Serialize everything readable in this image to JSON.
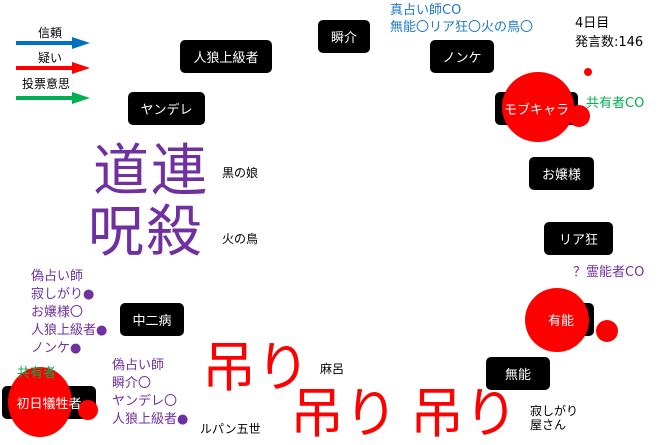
{
  "legend": [
    {
      "label": "信頼",
      "color": "#0070c0"
    },
    {
      "label": "疑い",
      "color": "#ff0000"
    },
    {
      "label": "投票意思",
      "color": "#00b050"
    }
  ],
  "status": {
    "day": "4日目",
    "posts": "発言数:146"
  },
  "nodes": {
    "jinro": "人狼上級者",
    "shunsuke": "瞬介",
    "nonke": "ノンケ",
    "yandere": "ヤンデレ",
    "mob": "モブキャラ",
    "ojosama": "お嬢様",
    "riakyo": "リア狂",
    "chuni": "中二病",
    "yuno": "有能",
    "muno": "無能",
    "shonichi": "初日犠牲者"
  },
  "plain": {
    "kuro": "黒の娘",
    "hinotori": "火の鳥",
    "maro": "麻呂",
    "lupin": "ルパン五世",
    "sabishi1": "寂しがり",
    "sabishi2": "屋さん"
  },
  "annotations": {
    "shin_co": "真占い師CO",
    "shin_results": "無能〇リア狂〇火の鳥〇",
    "kyoyu_co": "共有者CO",
    "reino_co": "？霊能者CO",
    "kyoyu": "共有者",
    "nise1": [
      "偽占い師",
      "寂しがり●",
      "お嬢様〇",
      "人狼上級者●",
      "ノンケ●"
    ],
    "nise2": [
      "偽占い師",
      "瞬介〇",
      "ヤンデレ〇",
      "人狼上級者●"
    ]
  },
  "big": {
    "michizure": "道連",
    "jusatsu": "呪殺"
  },
  "hang": {
    "label": "吊り"
  }
}
